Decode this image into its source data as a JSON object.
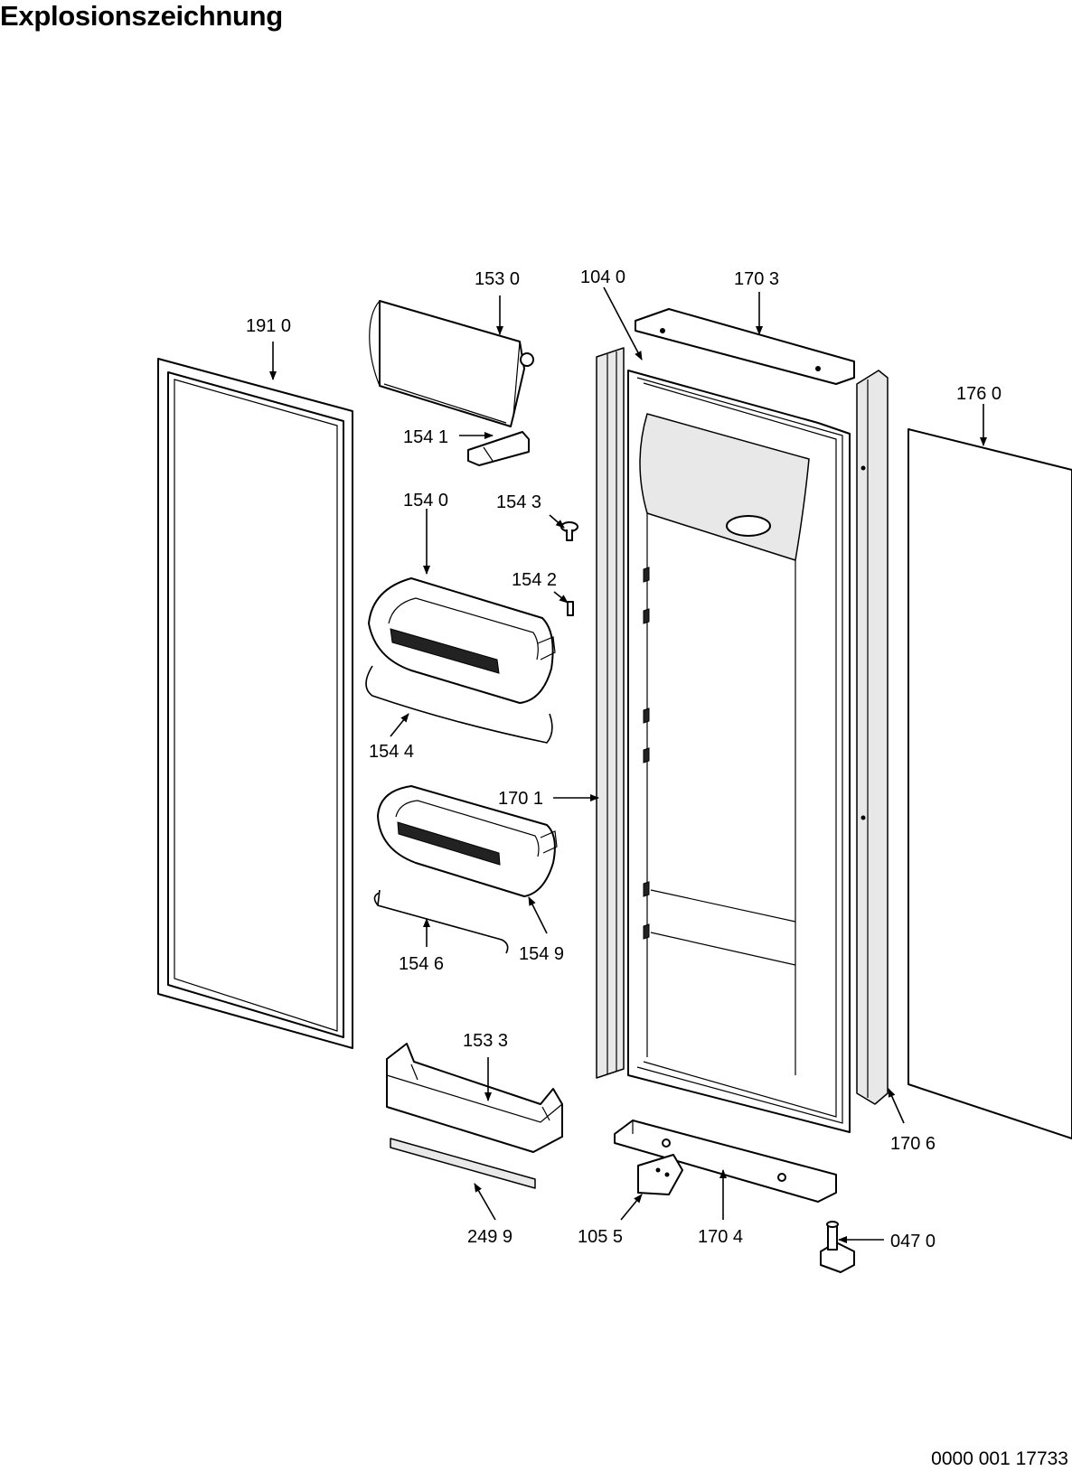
{
  "title": "Explosionszeichnung",
  "document_number": "0000 001 17733",
  "callouts": {
    "c1910": "191 0",
    "c1530": "153 0",
    "c1040": "104 0",
    "c1703": "170 3",
    "c1760": "176 0",
    "c1541": "154 1",
    "c1540": "154 0",
    "c1543": "154 3",
    "c1542": "154 2",
    "c1544": "154 4",
    "c1701": "170 1",
    "c1546": "154 6",
    "c1549": "154 9",
    "c1533": "153 3",
    "c1706": "170 6",
    "c2499": "249 9",
    "c1055": "105 5",
    "c1704": "170 4",
    "c0470": "047 0"
  }
}
